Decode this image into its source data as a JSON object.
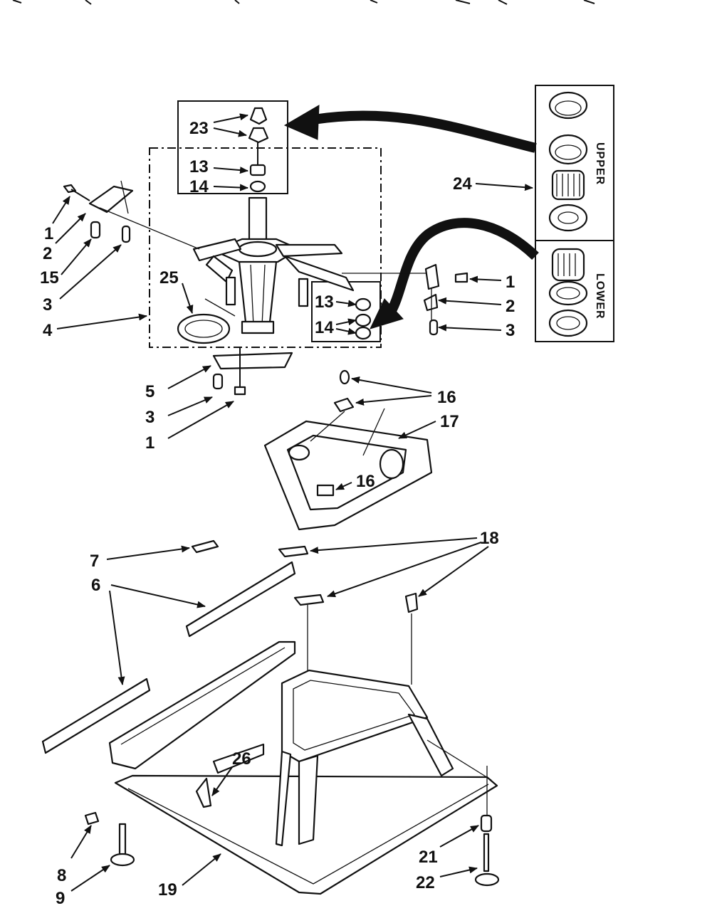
{
  "labels": {
    "l23": "23",
    "l13a": "13",
    "l14a": "14",
    "l24": "24",
    "l1a": "1",
    "l2a": "2",
    "l15": "15",
    "l3a": "3",
    "l4": "4",
    "l25": "25",
    "l13b": "13",
    "l14b": "14",
    "l1b": "1",
    "l2b": "2",
    "l3b": "3",
    "l5": "5",
    "l3c": "3",
    "l1c": "1",
    "l16a": "16",
    "l17": "17",
    "l16b": "16",
    "l7": "7",
    "l6": "6",
    "l18": "18",
    "l26": "26",
    "l8": "8",
    "l9": "9",
    "l19": "19",
    "l21": "21",
    "l22": "22"
  },
  "kit_labels": {
    "upper": "UPPER",
    "lower": "LOWER"
  }
}
